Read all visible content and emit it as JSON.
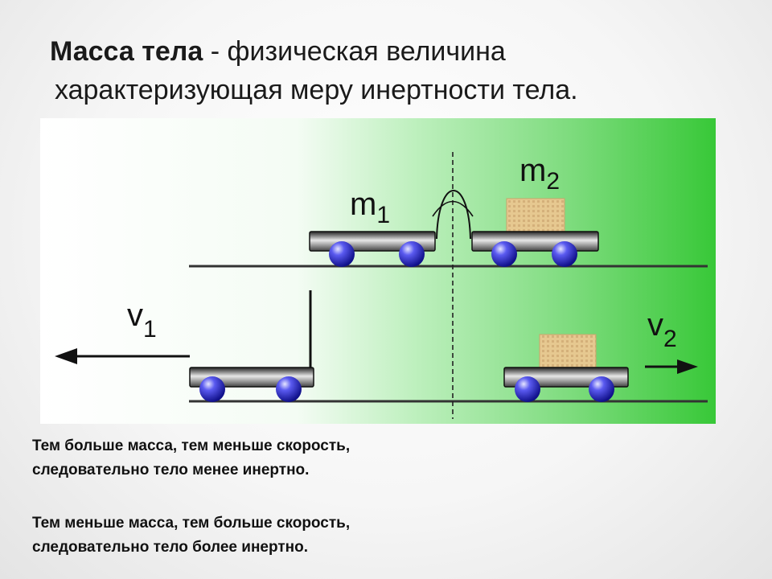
{
  "title": {
    "term": "Масса тела",
    "line1_rest": " - физическая величина",
    "line2": "характеризующая меру инертности тела."
  },
  "diagram": {
    "label_m1": "m",
    "label_m1_sub": "1",
    "label_m2": "m",
    "label_m2_sub": "2",
    "label_v1": "v",
    "label_v1_sub": "1",
    "label_v2": "v",
    "label_v2_sub": "2",
    "colors": {
      "background_left": "#ffffff",
      "background_right": "#38c838",
      "wheel": "#3a3ae0",
      "cart": "#333333",
      "cargo": "#e0c48c"
    }
  },
  "captions": [
    {
      "line1": "Тем больше масса, тем меньше скорость,",
      "line2": "следовательно тело менее инертно."
    },
    {
      "line1": "Тем меньше масса, тем больше скорость,",
      "line2": "следовательно тело более инертно."
    }
  ]
}
